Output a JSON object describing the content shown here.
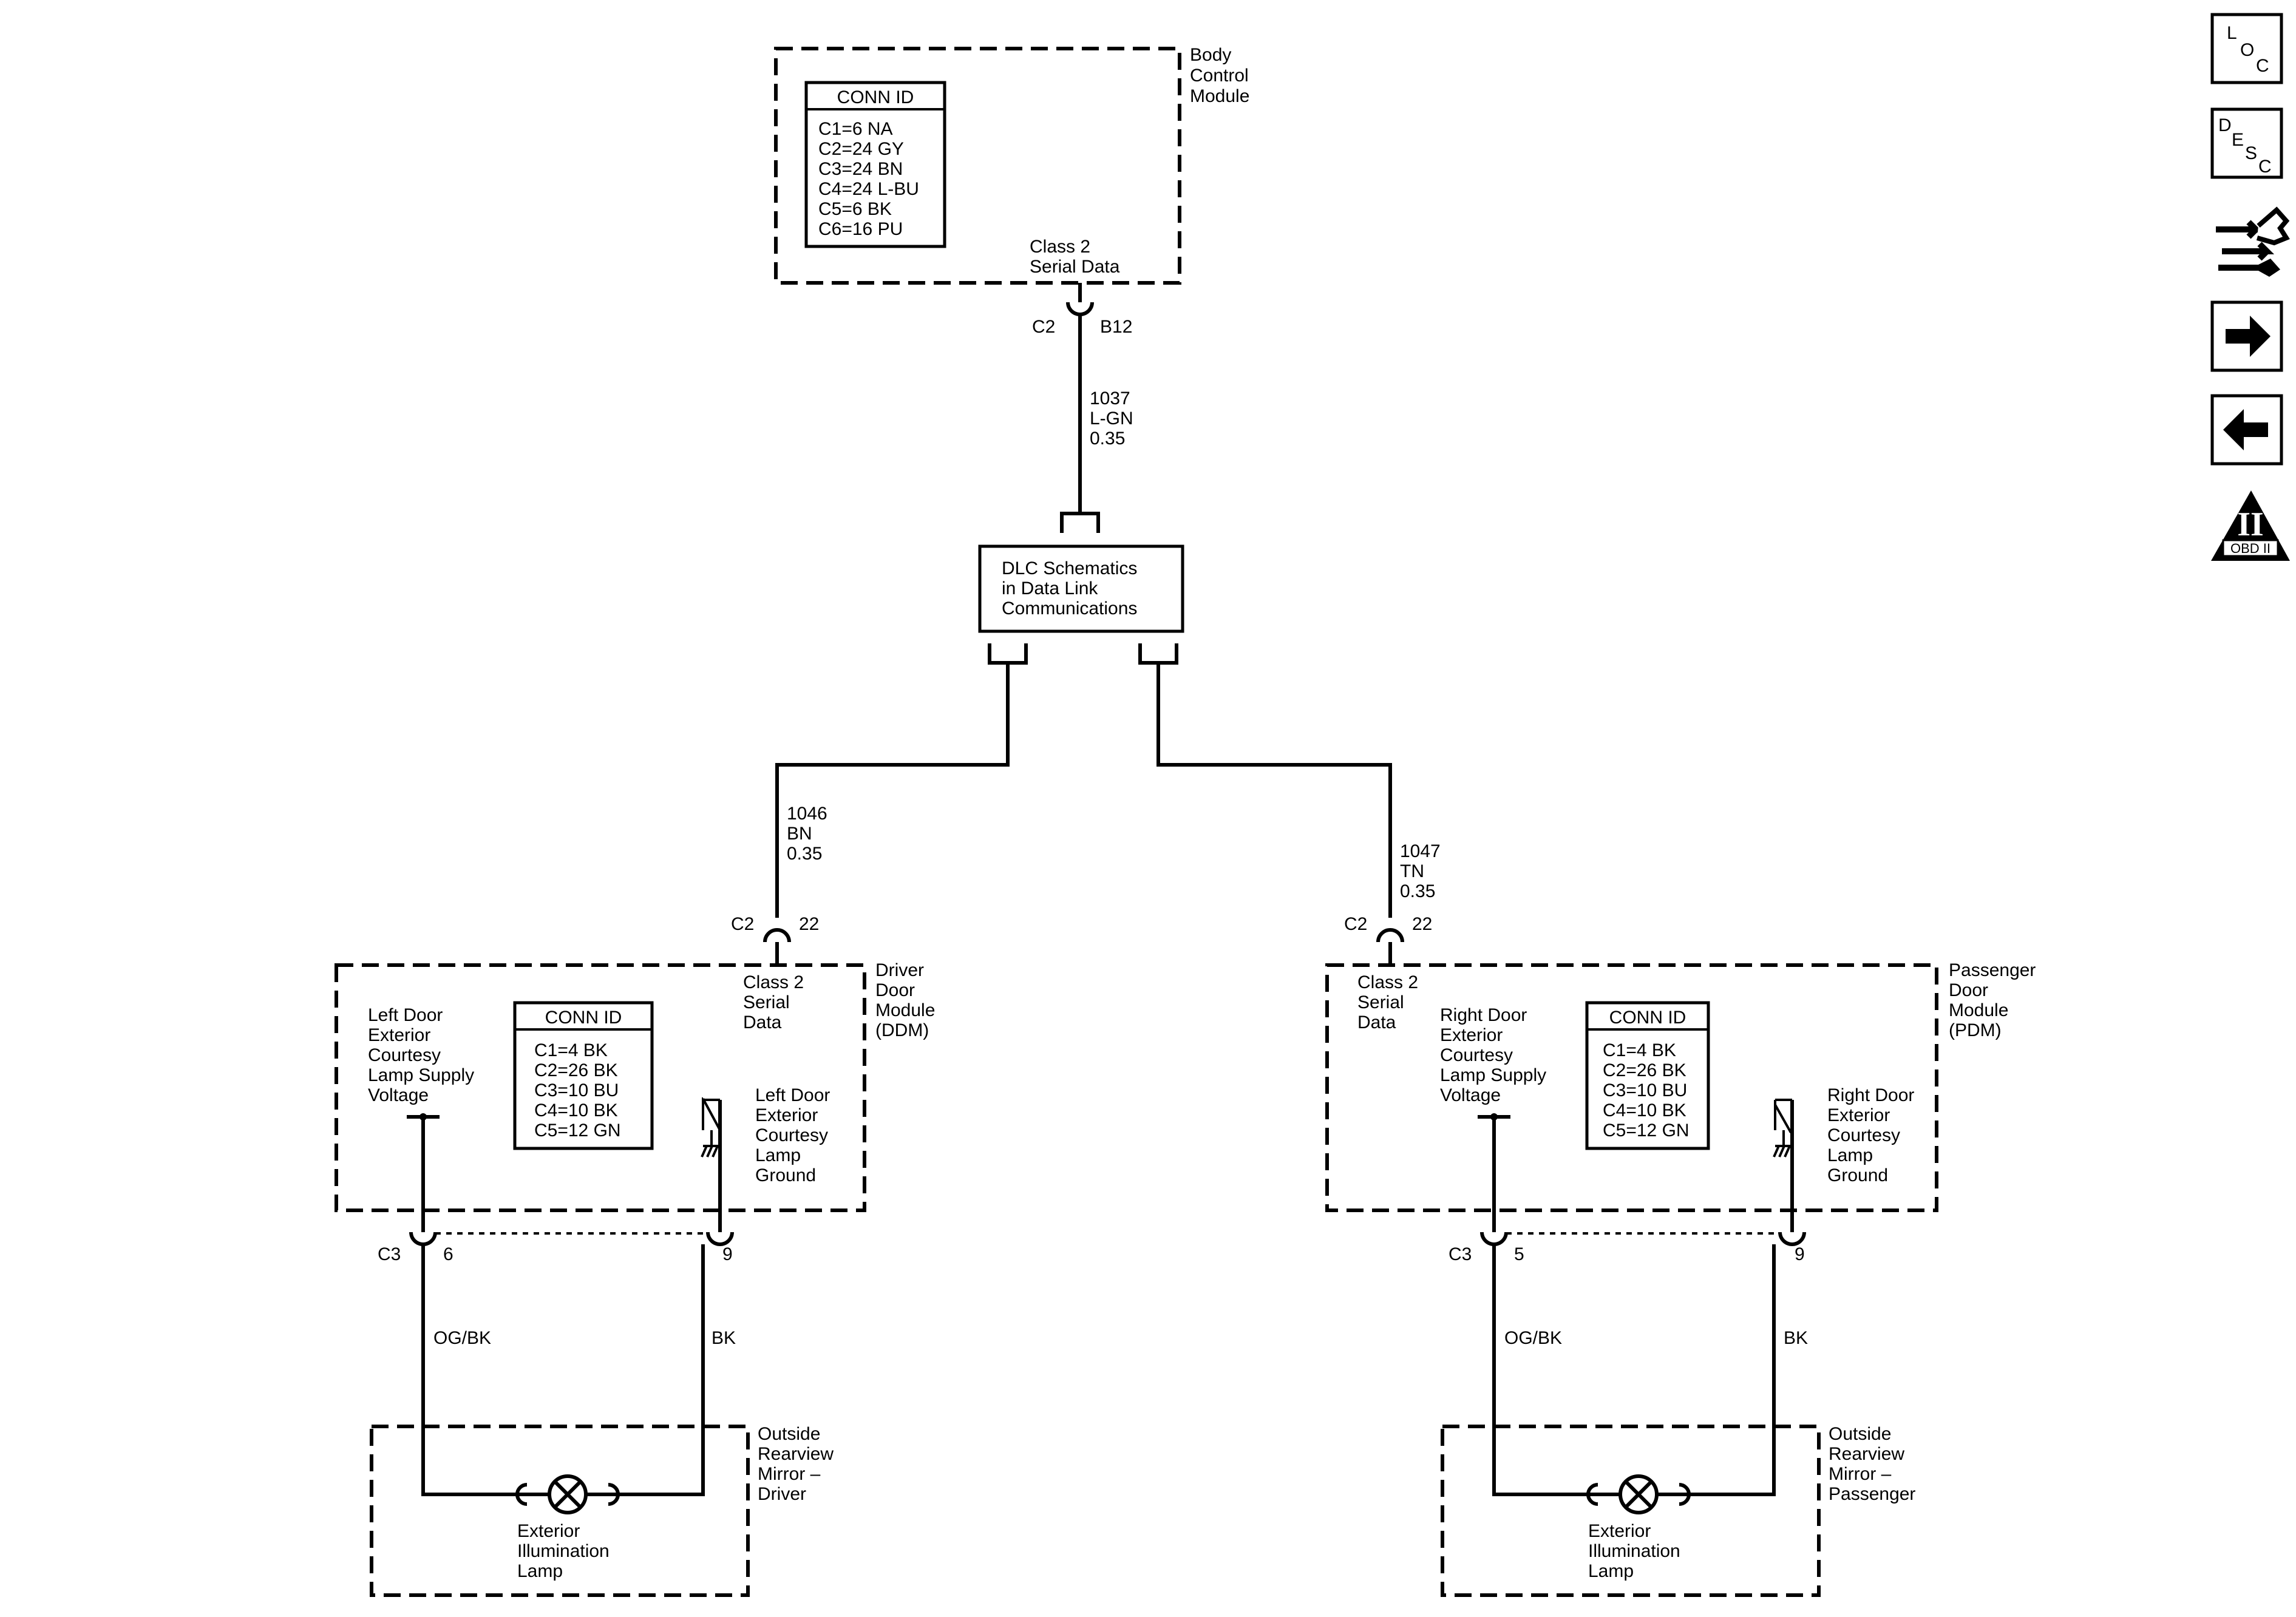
{
  "bcm": {
    "name": [
      "Body",
      "Control",
      "Module"
    ],
    "conn_id_title": "CONN ID",
    "conn_list": [
      "C1=6 NA",
      "C2=24 GY",
      "C3=24 BN",
      "C4=24 L-BU",
      "C5=6 BK",
      "C6=16 PU"
    ],
    "pin_label": [
      "Class 2",
      "Serial Data"
    ],
    "conn": "C2",
    "pin": "B12"
  },
  "wire_1037": [
    "1037",
    "L-GN",
    "0.35"
  ],
  "dlc": [
    "DLC Schematics",
    "in Data Link",
    "Communications"
  ],
  "wire_1046": [
    "1046",
    "BN",
    "0.35"
  ],
  "wire_1047": [
    "1047",
    "TN",
    "0.35"
  ],
  "ddm": {
    "name": [
      "Driver",
      "Door",
      "Module",
      "(DDM)"
    ],
    "conn_in": "C2",
    "pin_in": "22",
    "serial_label": [
      "Class 2",
      "Serial",
      "Data"
    ],
    "conn_id_title": "CONN ID",
    "conn_list": [
      "C1=4 BK",
      "C2=26 BK",
      "C3=10 BU",
      "C4=10 BK",
      "C5=12 GN"
    ],
    "supply_label": [
      "Left Door",
      "Exterior",
      "Courtesy",
      "Lamp Supply",
      "Voltage"
    ],
    "ground_label": [
      "Left Door",
      "Exterior",
      "Courtesy",
      "Lamp",
      "Ground"
    ],
    "conn_out": "C3",
    "pin_supply": "6",
    "pin_ground": "9",
    "wire_supply": "OG/BK",
    "wire_ground": "BK"
  },
  "pdm": {
    "name": [
      "Passenger",
      "Door",
      "Module",
      "(PDM)"
    ],
    "conn_in": "C2",
    "pin_in": "22",
    "serial_label": [
      "Class 2",
      "Serial",
      "Data"
    ],
    "conn_id_title": "CONN ID",
    "conn_list": [
      "C1=4 BK",
      "C2=26 BK",
      "C3=10 BU",
      "C4=10 BK",
      "C5=12 GN"
    ],
    "supply_label": [
      "Right Door",
      "Exterior",
      "Courtesy",
      "Lamp Supply",
      "Voltage"
    ],
    "ground_label": [
      "Right Door",
      "Exterior",
      "Courtesy",
      "Lamp",
      "Ground"
    ],
    "conn_out": "C3",
    "pin_supply": "5",
    "pin_ground": "9",
    "wire_supply": "OG/BK",
    "wire_ground": "BK"
  },
  "mirror_driver": {
    "name": [
      "Outside",
      "Rearview",
      "Mirror –",
      "Driver"
    ],
    "lamp": [
      "Exterior",
      "Illumination",
      "Lamp"
    ]
  },
  "mirror_passenger": {
    "name": [
      "Outside",
      "Rearview",
      "Mirror –",
      "Passenger"
    ],
    "lamp": [
      "Exterior",
      "Illumination",
      "Lamp"
    ]
  },
  "sidebar": {
    "loc": [
      "L",
      "O",
      "C"
    ],
    "desc": [
      "D",
      "E",
      "S",
      "C"
    ],
    "obd": [
      "II",
      "OBD II"
    ],
    "icons": [
      "loc-icon",
      "desc-icon",
      "wrench-diagnostic-icon",
      "arrow-right-icon",
      "arrow-left-icon",
      "obd-ii-icon"
    ]
  }
}
